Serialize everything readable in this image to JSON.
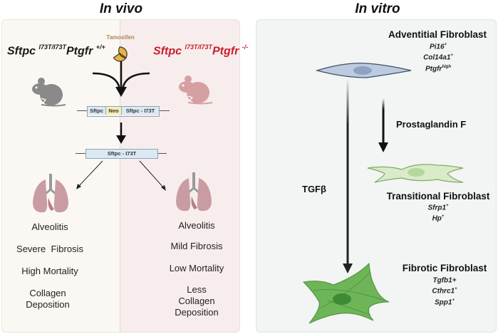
{
  "in_vivo": {
    "title": "In vivo",
    "wildtype": {
      "gene": "Sftpc",
      "allele_sup": "I73T/I73T",
      "gene2": "Ptgfr",
      "gene2_sup": "+/+"
    },
    "knockout": {
      "gene": "Sftpc",
      "allele_sup": "I73T/I73T",
      "gene2": "Ptgfr",
      "gene2_sup": "-/-"
    },
    "treatment": "Tamoxifen",
    "construct_before": [
      "Sftpc",
      "Neo",
      "Sftpc - I73T"
    ],
    "construct_after": "Sftpc - I73T",
    "wildtype_outcomes": [
      "Alveolitis",
      "Severe  Fibrosis",
      "High Mortality",
      "Collagen Deposition"
    ],
    "knockout_outcomes": [
      "Alveolitis",
      "Mild Fibrosis",
      "Low Mortality",
      "Less Collagen Deposition"
    ],
    "colors": {
      "wildtype_panel": "#fbf8f3",
      "knockout_panel": "#f8eded",
      "knockout_text": "#c8202f",
      "tamoxifen": "#e8b33a",
      "neo": "#f6efb5",
      "gene_box": "#dbe9f3"
    }
  },
  "in_vitro": {
    "title": "In vitro",
    "cells": [
      {
        "name": "Adventitial Fibroblast",
        "markers": [
          {
            "gene": "Pi16",
            "sup": "+"
          },
          {
            "gene": "Col14a1",
            "sup": "+"
          },
          {
            "gene": "Ptgfr",
            "sup": "high"
          }
        ]
      },
      {
        "name": "Transitional Fibroblast",
        "markers": [
          {
            "gene": "Sfrp1",
            "sup": "+"
          },
          {
            "gene": "Hp",
            "sup": "+"
          }
        ]
      },
      {
        "name": "Fibrotic Fibroblast",
        "markers": [
          {
            "gene": "Tgfb1+",
            "sup": ""
          },
          {
            "gene": "Cthrc1",
            "sup": "+"
          },
          {
            "gene": "Spp1",
            "sup": "+"
          }
        ]
      }
    ],
    "stimuli": {
      "prostaglandin": "Prostaglandin F",
      "tgf": "TGFβ"
    },
    "colors": {
      "panel": "#f3f4f4",
      "adventitial_cell": "#bccbe0",
      "transitional_cell": "#d9ebc9",
      "fibrotic_cell": "#6db557"
    }
  }
}
